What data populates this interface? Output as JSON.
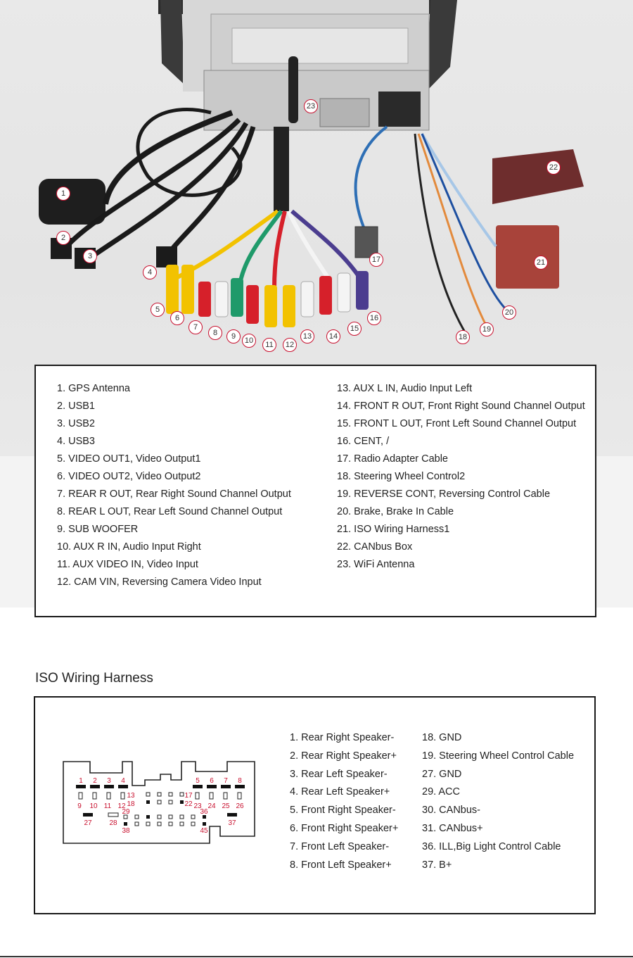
{
  "photo": {
    "callouts": [
      "1",
      "2",
      "3",
      "4",
      "5",
      "6",
      "7",
      "8",
      "9",
      "10",
      "11",
      "12",
      "13",
      "14",
      "15",
      "16",
      "17",
      "18",
      "19",
      "20",
      "21",
      "22",
      "23"
    ]
  },
  "legend": {
    "left": [
      "1. GPS Antenna",
      "2. USB1",
      "3. USB2",
      "4. USB3",
      "5. VIDEO OUT1, Video Output1",
      "6. VIDEO OUT2, Video Output2",
      "7. REAR R OUT, Rear Right Sound Channel Output",
      "8. REAR L OUT, Rear Left Sound Channel Output",
      "9. SUB WOOFER",
      "10. AUX R IN, Audio Input Right",
      "11. AUX VIDEO IN, Video Input",
      "12. CAM VIN, Reversing Camera Video Input"
    ],
    "right": [
      "13. AUX L IN, Audio Input Left",
      "14. FRONT R OUT, Front Right Sound Channel Output",
      "15. FRONT L OUT, Front Left Sound Channel Output",
      "16. CENT, /",
      "17. Radio Adapter Cable",
      "18. Steering Wheel Control2",
      "19. REVERSE CONT, Reversing Control Cable",
      "20. Brake, Brake In Cable",
      "21. ISO Wiring Harness1",
      "22. CANbus Box",
      "23. WiFi Antenna"
    ]
  },
  "iso": {
    "title": "ISO Wiring Harness",
    "pins_top_row": [
      "1",
      "2",
      "3",
      "4",
      "5",
      "6",
      "7",
      "8"
    ],
    "pins_mid_row": [
      "9",
      "10",
      "11",
      "12",
      "13",
      "18",
      "17",
      "22",
      "23",
      "24",
      "25",
      "26"
    ],
    "pins_low_row": [
      "27",
      "28",
      "29",
      "36",
      "37"
    ],
    "pins_bottom_row": [
      "38",
      "45"
    ],
    "col_a": [
      "1. Rear Right Speaker-",
      "2. Rear Right Speaker+",
      "3. Rear Left Speaker-",
      "4. Rear Left Speaker+",
      "5. Front Right Speaker-",
      "6. Front Right Speaker+",
      "7. Front Left Speaker-",
      "8. Front Left Speaker+"
    ],
    "col_b": [
      "18. GND",
      "19. Steering Wheel Control Cable",
      "27. GND",
      "29. ACC",
      "30. CANbus-",
      "31. CANbus+",
      "36. ILL,Big Light Control Cable",
      "37. B+"
    ]
  },
  "colors": {
    "callout_border": "#c8102e",
    "pin_label": "#c8102e",
    "rca_yellow": "#f2c200",
    "rca_red": "#d6202a",
    "rca_white": "#f4f4f4",
    "rca_green": "#1f9a6a",
    "rca_purple": "#4b3d8f",
    "harness_red": "#a8433a"
  }
}
